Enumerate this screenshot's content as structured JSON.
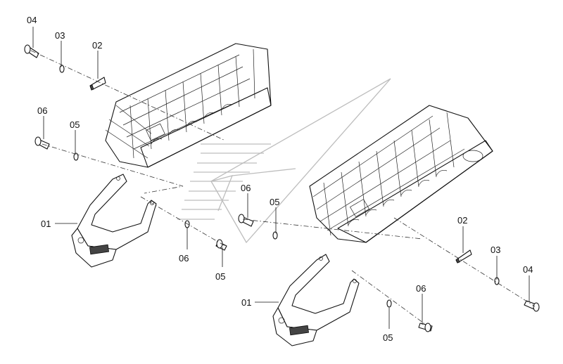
{
  "callouts": {
    "left": {
      "c04": "04",
      "c03": "03",
      "c02": "02",
      "c06": "06",
      "c05": "05",
      "c01": "01",
      "c06b": "06",
      "c05b": "05"
    },
    "right": {
      "c06": "06",
      "c05": "05",
      "c02": "02",
      "c03": "03",
      "c04": "04",
      "c01": "01",
      "c06b": "06",
      "c05b": "05"
    }
  }
}
